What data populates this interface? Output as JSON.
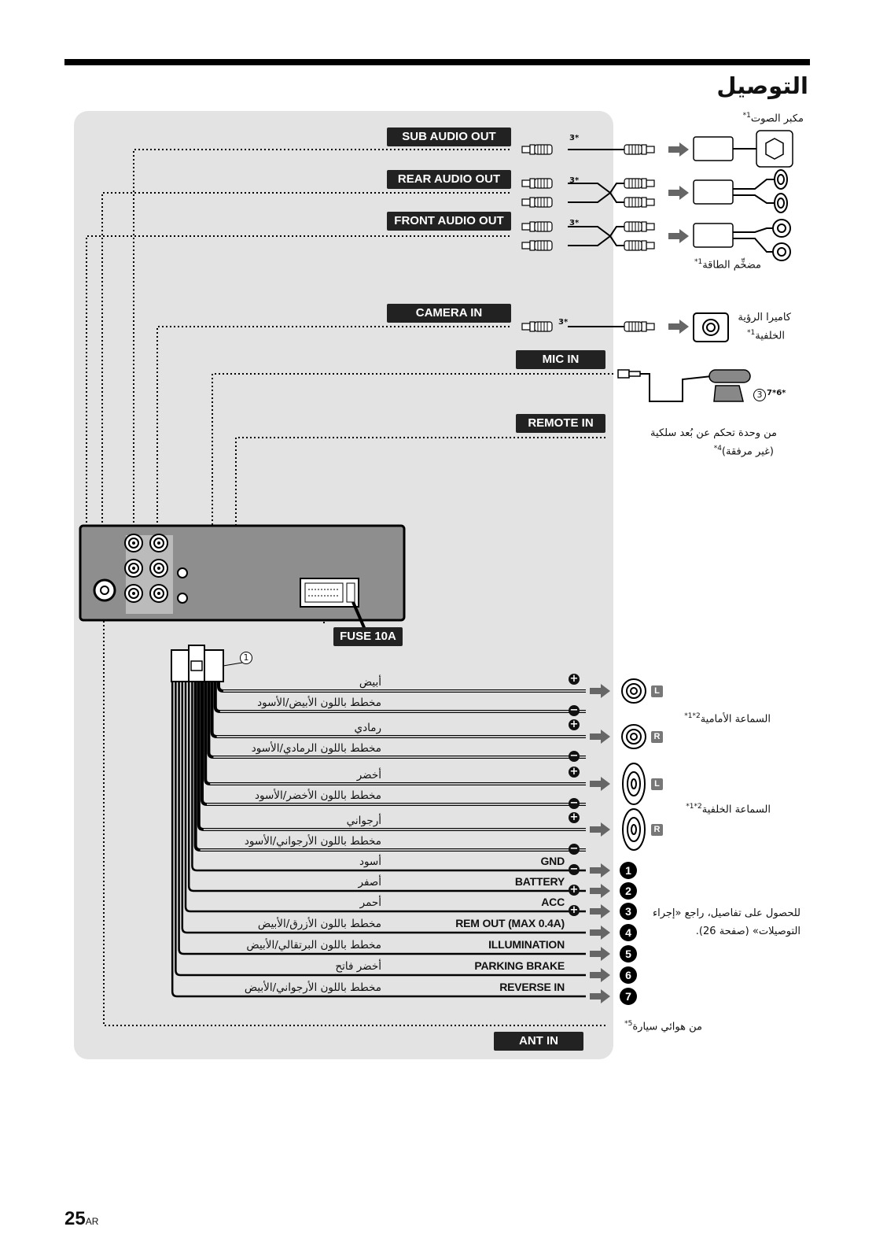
{
  "page": {
    "title": "التوصيل",
    "page_number": "25",
    "page_lang": "AR"
  },
  "connector_labels": {
    "sub_audio_out": "SUB AUDIO OUT",
    "rear_audio_out": "REAR AUDIO OUT",
    "front_audio_out": "FRONT AUDIO OUT",
    "camera_in": "CAMERA IN",
    "mic_in": "MIC IN",
    "remote_in": "REMOTE IN",
    "fuse": "FUSE 10A",
    "ant_in": "ANT IN"
  },
  "notes": {
    "star3": "3*",
    "amp_label": "مكبر الصوت",
    "amp_star": "1*",
    "power_amp": "مضخِّم الطاقة",
    "power_amp_star": "1*",
    "camera_line1": "كاميرا الرؤية",
    "camera_line2": "الخلفية",
    "camera_star": "1*",
    "mic_star": "7*6*",
    "circled_3": "3",
    "circled_1": "1",
    "remote_line1": "من وحدة تحكم عن بُعد سلكية",
    "remote_line2": "(غير مرفقة)",
    "remote_star": "4*",
    "front_speakers": "السماعة الأمامية",
    "front_star": "2*1*",
    "rear_speakers": "السماعة الخلفية",
    "rear_star": "2*1*",
    "details_line1": "للحصول على تفاصيل، راجع «إجراء",
    "details_line2": "التوصيلات» (صفحة 26).",
    "antenna": "من هوائي سيارة",
    "antenna_star": "5*"
  },
  "speaker_tags": [
    "L",
    "R",
    "L",
    "R"
  ],
  "plus_sign": "+",
  "minus_sign": "−",
  "wires": [
    {
      "ar": "أبيض",
      "en": ""
    },
    {
      "ar": "مخطط باللون الأبيض/الأسود",
      "en": ""
    },
    {
      "ar": "رمادي",
      "en": ""
    },
    {
      "ar": "مخطط باللون الرمادي/الأسود",
      "en": ""
    },
    {
      "ar": "أخضر",
      "en": ""
    },
    {
      "ar": "مخطط باللون الأخضر/الأسود",
      "en": ""
    },
    {
      "ar": "أرجواني",
      "en": ""
    },
    {
      "ar": "مخطط باللون الأرجواني/الأسود",
      "en": ""
    },
    {
      "ar": "أسود",
      "en": "GND"
    },
    {
      "ar": "أصفر",
      "en": "BATTERY"
    },
    {
      "ar": "أحمر",
      "en": "ACC"
    },
    {
      "ar": "مخطط باللون الأزرق/الأبيض",
      "en": "REM OUT (MAX 0.4A)"
    },
    {
      "ar": "مخطط باللون البرتقالي/الأبيض",
      "en": "ILLUMINATION"
    },
    {
      "ar": "أخضر فاتح",
      "en": "PARKING BRAKE"
    },
    {
      "ar": "مخطط باللون الأرجواني/الأبيض",
      "en": "REVERSE IN"
    }
  ],
  "numbered": [
    "1",
    "2",
    "3",
    "4",
    "5",
    "6",
    "7"
  ]
}
